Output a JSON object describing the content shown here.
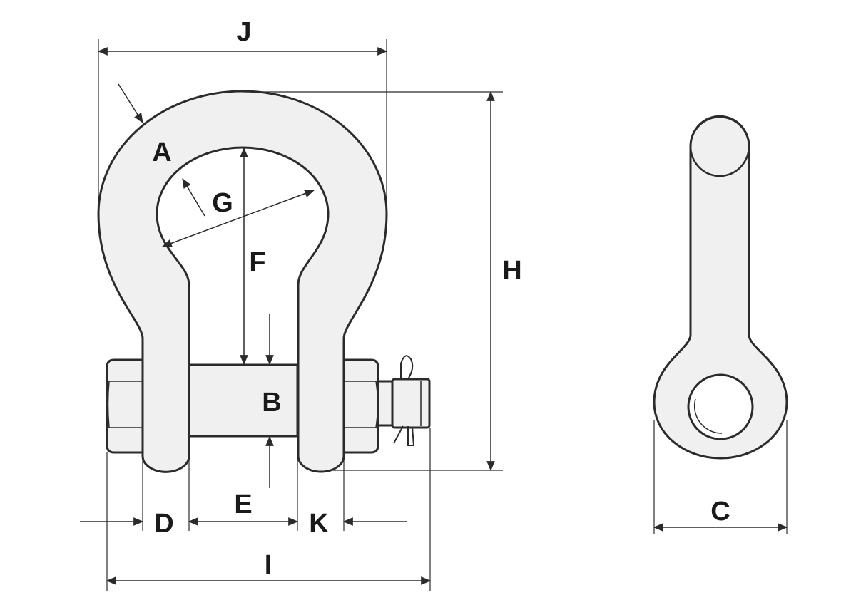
{
  "labels": {
    "a": "A",
    "b": "B",
    "c": "C",
    "d": "D",
    "e": "E",
    "f": "F",
    "g": "G",
    "h": "H",
    "i": "I",
    "j": "J",
    "k": "K"
  },
  "colors": {
    "fill": "#f0f0f0",
    "stroke": "#2b2b2b",
    "background": "#ffffff"
  }
}
